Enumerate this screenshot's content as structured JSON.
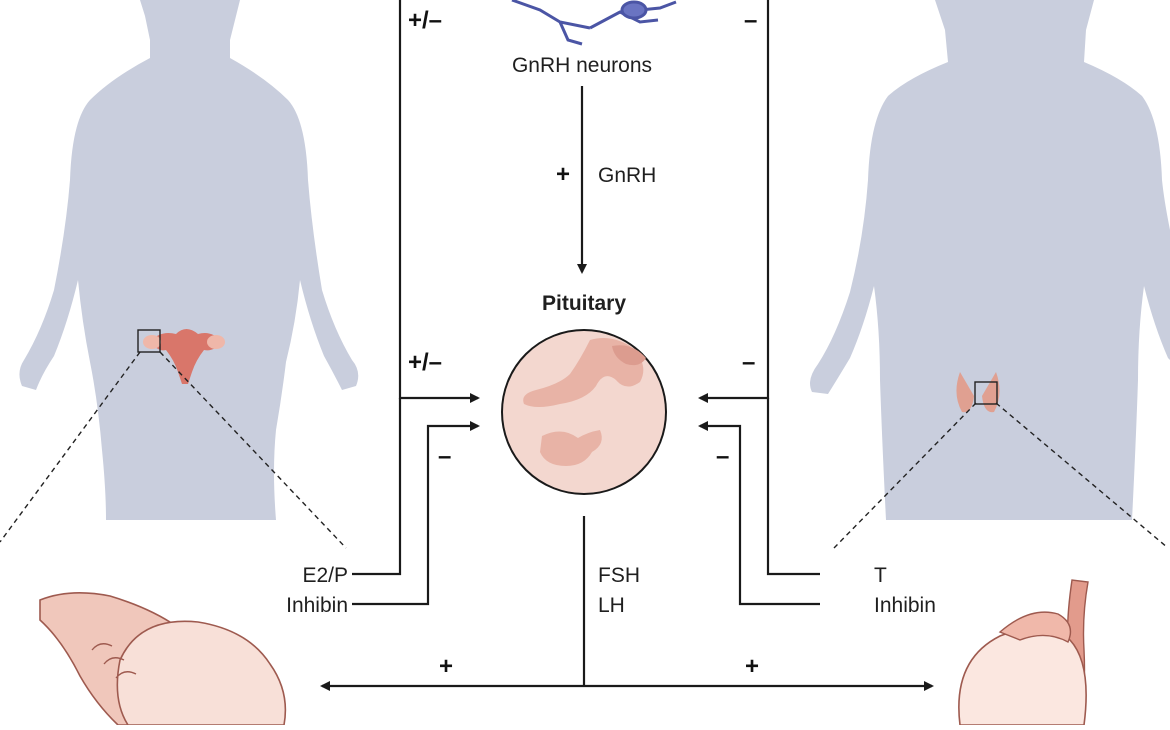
{
  "nodes": {
    "gnrh_neurons": "GnRH neurons",
    "pituitary": "Pituitary"
  },
  "edges": {
    "gnrh_sign": "+",
    "gnrh_label": "GnRH",
    "top_left_sign": "+/–",
    "top_right_sign": "–",
    "mid_left_sign": "+/–",
    "mid_right_sign": "–",
    "left_inhibin_sign": "–",
    "right_inhibin_sign": "–",
    "female_hormone_1": "E2/P",
    "female_hormone_2": "Inhibin",
    "male_hormone_1": "T",
    "male_hormone_2": "Inhibin",
    "pituitary_out_1": "FSH",
    "pituitary_out_2": "LH",
    "to_ovary_sign": "+",
    "to_testis_sign": "+"
  },
  "colors": {
    "silhouette": "#c9cedd",
    "line": "#1a1a1a",
    "tissue": "#f3d7cf",
    "tissue_dark": "#e8b3a6",
    "tissue_stroke": "#9e5a4f",
    "uterus": "#d9766a",
    "neuron": "#4b55a5"
  }
}
